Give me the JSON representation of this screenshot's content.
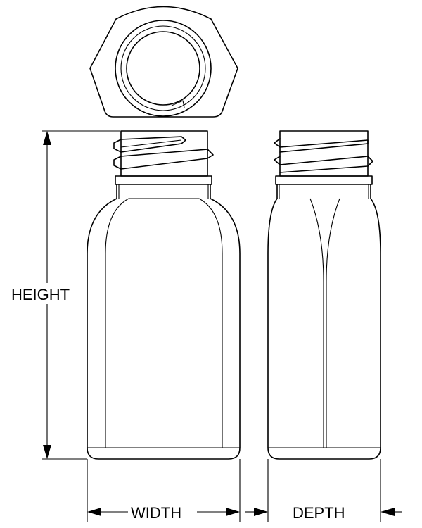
{
  "labels": {
    "height": "HEIGHT",
    "width": "WIDTH",
    "depth": "DEPTH"
  }
}
